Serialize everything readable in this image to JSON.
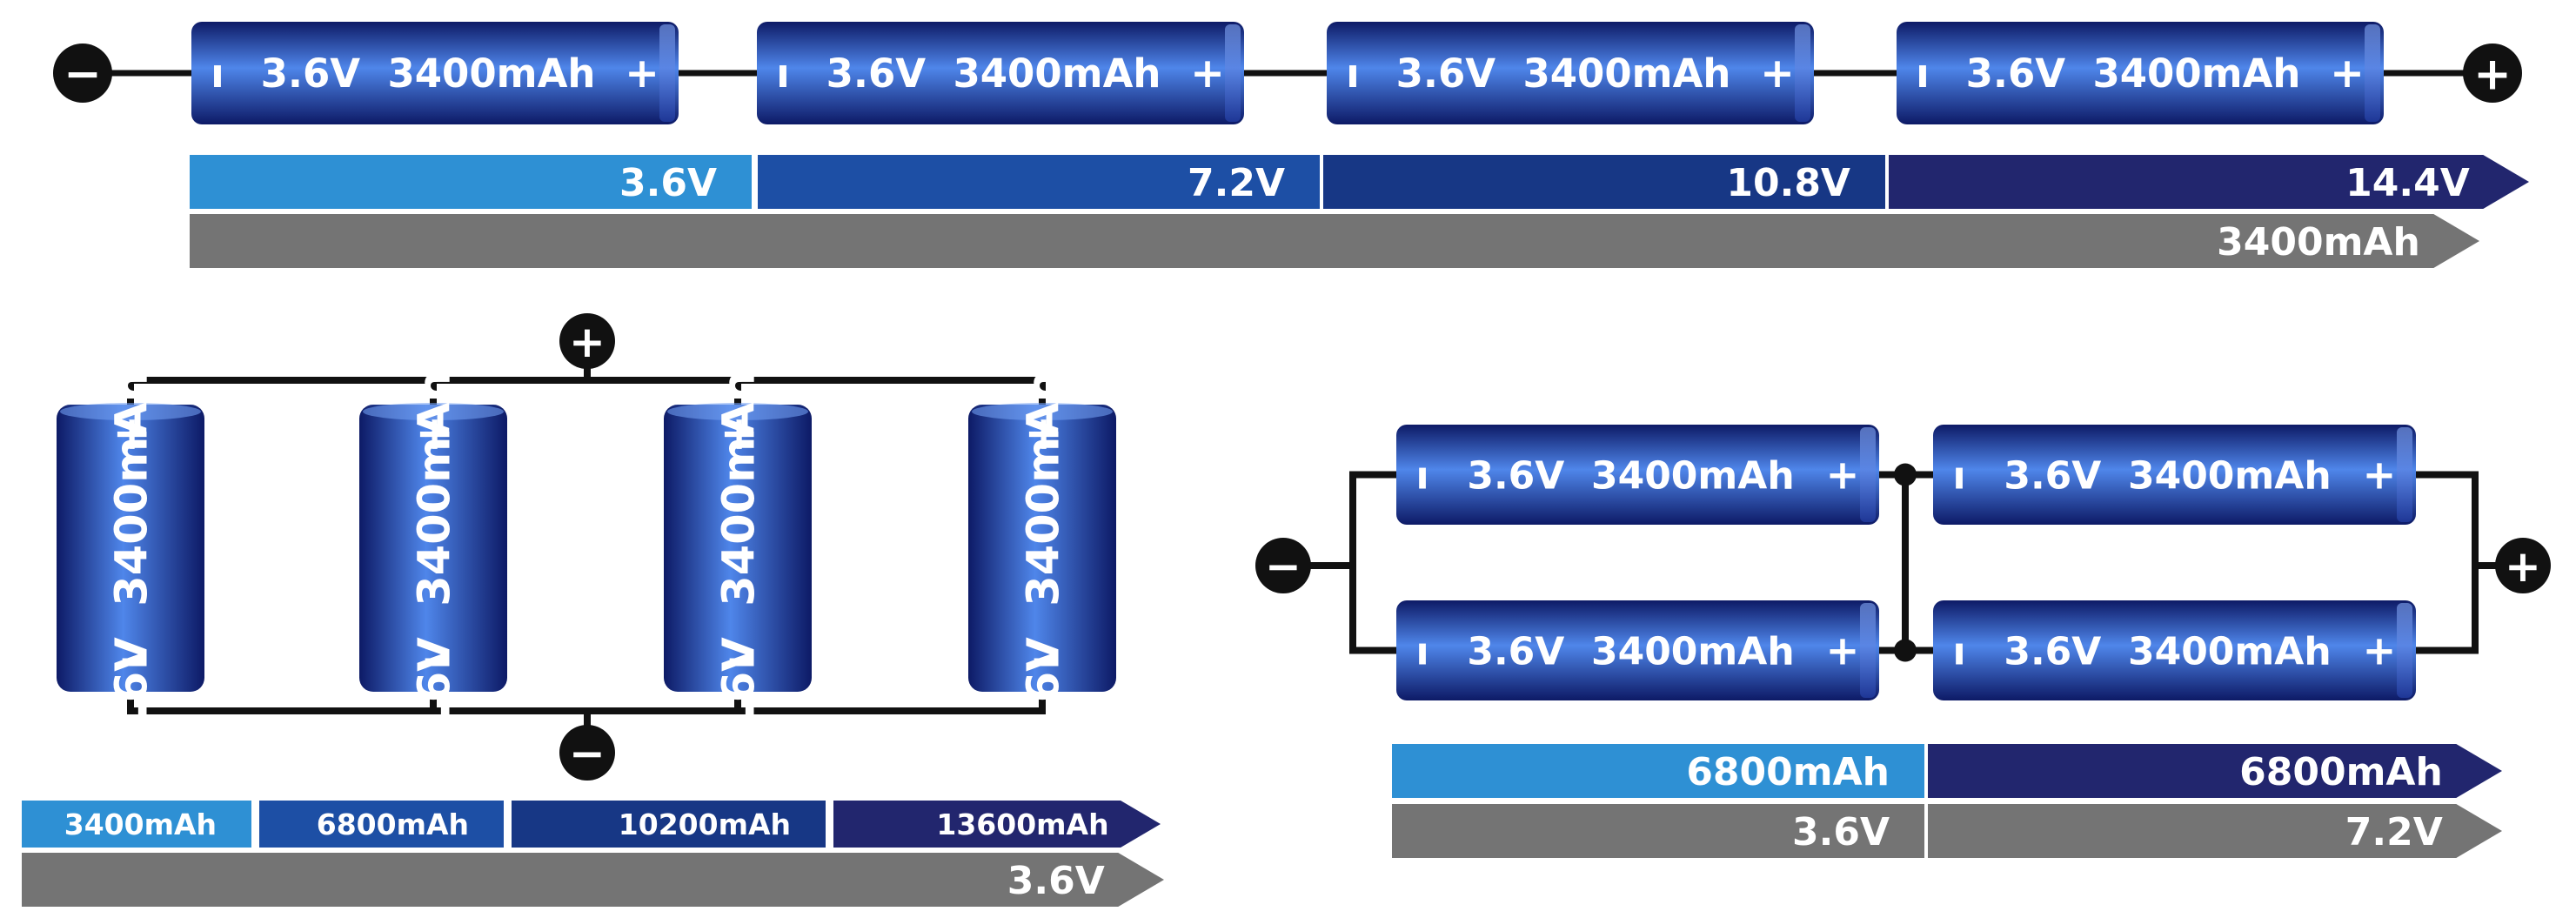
{
  "colors": {
    "wire": "#111111",
    "cell_dark": "#0d1a66",
    "cell_mid": "#1d3fb3",
    "cell_light": "#4f86ea",
    "bar_light": "#2e90d4",
    "bar_mid": "#1d4fa5",
    "bar_dark": "#173785",
    "bar_navy": "#22266e",
    "bar_gray": "#747474",
    "terminal": "#111111"
  },
  "terminal_symbols": {
    "negative": "−",
    "positive": "+"
  },
  "cell": {
    "neg_mark": "ı",
    "label": "3.6V  3400mAh",
    "pos_mark": "+"
  },
  "series": {
    "voltage_steps": [
      "3.6V",
      "7.2V",
      "10.8V",
      "14.4V"
    ],
    "capacity": "3400mAh"
  },
  "parallel": {
    "capacity_steps": [
      "3400mAh",
      "6800mAh",
      "10200mAh",
      "13600mAh"
    ],
    "voltage": "3.6V"
  },
  "series_parallel": {
    "capacity_cols": [
      "6800mAh",
      "6800mAh"
    ],
    "voltage_cols": [
      "3.6V",
      "7.2V"
    ]
  }
}
